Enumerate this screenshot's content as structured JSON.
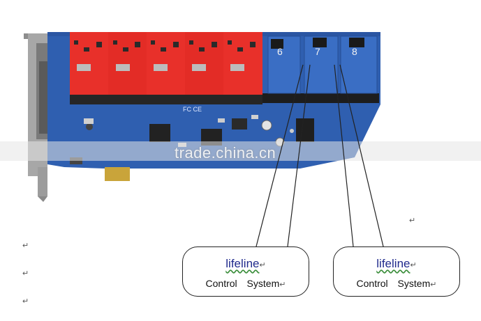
{
  "board": {
    "port_numbers": [
      "6",
      "7",
      "8"
    ],
    "silkscreen_text": "FC CE"
  },
  "watermark": "trade.china.cn",
  "callouts": [
    {
      "title": "lifeline",
      "subtitle": "Control    System"
    },
    {
      "title": "lifeline",
      "subtitle": "Control    System"
    }
  ],
  "paragraph_mark": "↵",
  "colors": {
    "pcb_blue": "#2f5fb0",
    "module_red": "#e8302a",
    "bracket_gray": "#9a9a9a"
  }
}
